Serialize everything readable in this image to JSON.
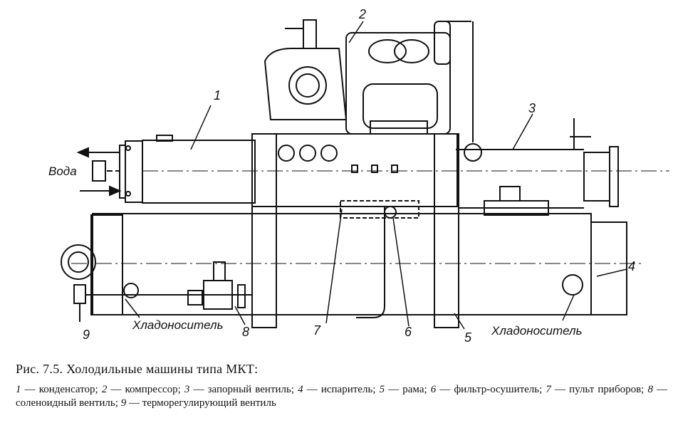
{
  "figure": {
    "labels": {
      "n1": "1",
      "n2": "2",
      "n3": "3",
      "n4": "4",
      "n5": "5",
      "n6": "6",
      "n7": "7",
      "n8": "8",
      "n9": "9",
      "water": "Вода",
      "coolant_left": "Хладоноситель",
      "coolant_right": "Хладоноситель"
    }
  },
  "caption": {
    "title": "Рис. 7.5. Холодильные машины типа МКТ:",
    "legend": [
      {
        "num": "1",
        "text": "конденсатор;"
      },
      {
        "num": "2",
        "text": "компрессор;"
      },
      {
        "num": "3",
        "text": "запорный вентиль;"
      },
      {
        "num": "4",
        "text": "испаритель;"
      },
      {
        "num": "5",
        "text": "рама;"
      },
      {
        "num": "6",
        "text": "фильтр-осушитель;"
      },
      {
        "num": "7",
        "text": "пульт приборов;"
      },
      {
        "num": "8",
        "text": "соленоидный вентиль;"
      },
      {
        "num": "9",
        "text": "терморегулирующий вентиль"
      }
    ]
  }
}
